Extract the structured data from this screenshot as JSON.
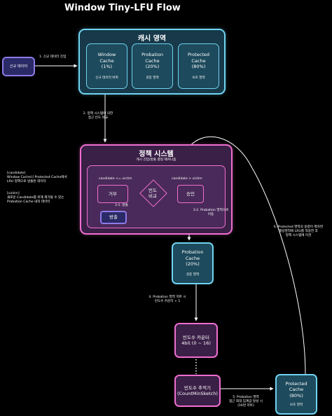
{
  "title": "Window Tiny-LFU Flow",
  "new_data": "신규 데이터",
  "cache_region": {
    "title": "캐시 영역",
    "window": {
      "name": "Window",
      "name2": "Cache",
      "pct": "(1%)",
      "desc": "신규 데이터 버퍼"
    },
    "probation": {
      "name": "Probation",
      "name2": "Cache",
      "pct": "(20%)",
      "desc": "검증 영역"
    },
    "protected": {
      "name": "Protected",
      "name2": "Cache",
      "pct": "(80%)",
      "desc": "보호 영역"
    }
  },
  "policy": {
    "title": "정책 시스템",
    "subtitle": "캐시 진입/방출 결정 메커니즘",
    "cand_lt": "candidate <= victim",
    "cand_gt": "candidate > victim",
    "reject": "거부",
    "compare": "빈도",
    "compare2": "비교",
    "approve": "승인",
    "evict": "방출",
    "step_3_1": "3-1. 방출",
    "step_3_2a": "3-2. Probation 영역으로",
    "step_3_2b": "이동"
  },
  "notes": {
    "candidate_title": "[candidate]",
    "candidate_l1": "Window Cache나 Protected Cache에서",
    "candidate_l2": "LRU 정책으로 방출된 데이터",
    "victim_title": "[victim]",
    "victim_l1": "새로운 Candidate를 위해 제거될 수 있는",
    "victim_l2": "Probation Cache 내의 데이터"
  },
  "probation_node": {
    "name": "Probation",
    "name2": "Cache",
    "pct": "(20%)",
    "desc": "검증 영역"
  },
  "freq_counter": {
    "l1": "빈도수 카운터",
    "l2": "4bit (0 ~ 16)"
  },
  "freq_tracker": {
    "l1": "빈도수 추적기",
    "l2": "(CountMinSketch)"
  },
  "protected_node": {
    "name": "Protected",
    "name2": "Cache",
    "pct": "(80%)",
    "desc": "보호 영역"
  },
  "steps": {
    "s1": "1. 신규 데이터 진입",
    "s2a": "2. 정책 시스템에 의한",
    "s2b": "접근 빈도 비교",
    "s4a": "4. Probation 영역 히트 시",
    "s4b": "빈도수 카운터 + 1",
    "s5a": "5. Probation 영역",
    "s5b": "접근 최대 임계값 달성 시",
    "s5c": "(16번 히트)",
    "s6a": "6. Protected 영역의 용량이 꽉차면",
    "s6b": "해당영역에 LRU를 적용한 후",
    "s6c": "정책 시스템에 이관"
  },
  "colors": {
    "cyan": "#6fd3f0",
    "pink": "#f06ed0",
    "violet": "#8d7ae8"
  }
}
